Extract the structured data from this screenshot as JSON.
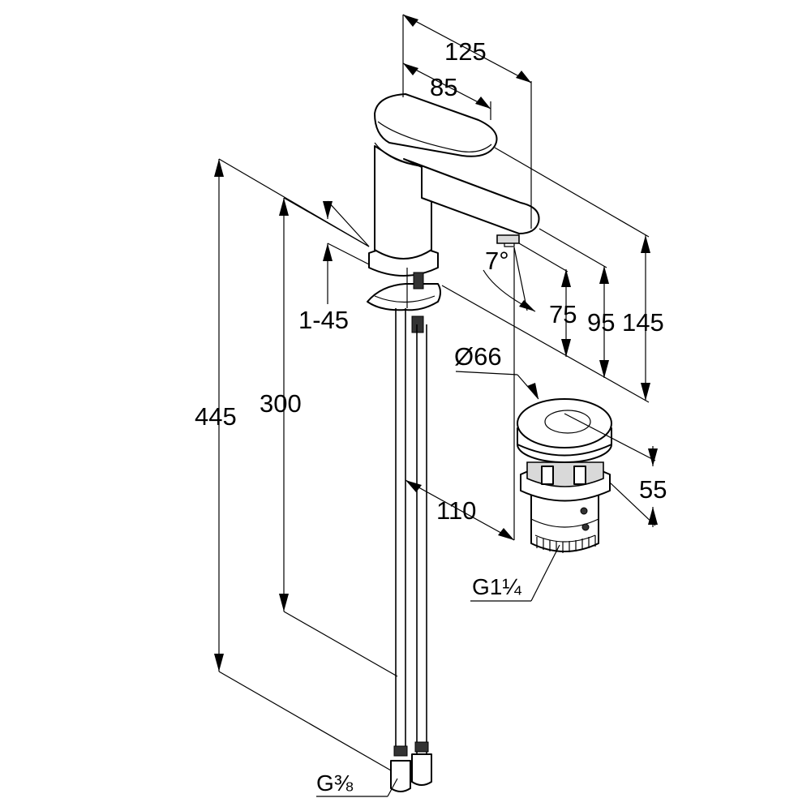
{
  "dimensions": {
    "width_total": "125",
    "reach": "85",
    "height_total": "145",
    "height_95": "95",
    "spout_height": "75",
    "angle": "7°",
    "deck_thickness": "1-45",
    "hose_length_total": "445",
    "hose_length_300": "300",
    "tail_110": "110",
    "waste_diameter": "Ø66",
    "waste_height": "55",
    "waste_thread": "G1¼",
    "hose_thread": "G⅜"
  },
  "colors": {
    "line": "#000000",
    "background": "#ffffff",
    "shade": "#d9d9d9"
  }
}
